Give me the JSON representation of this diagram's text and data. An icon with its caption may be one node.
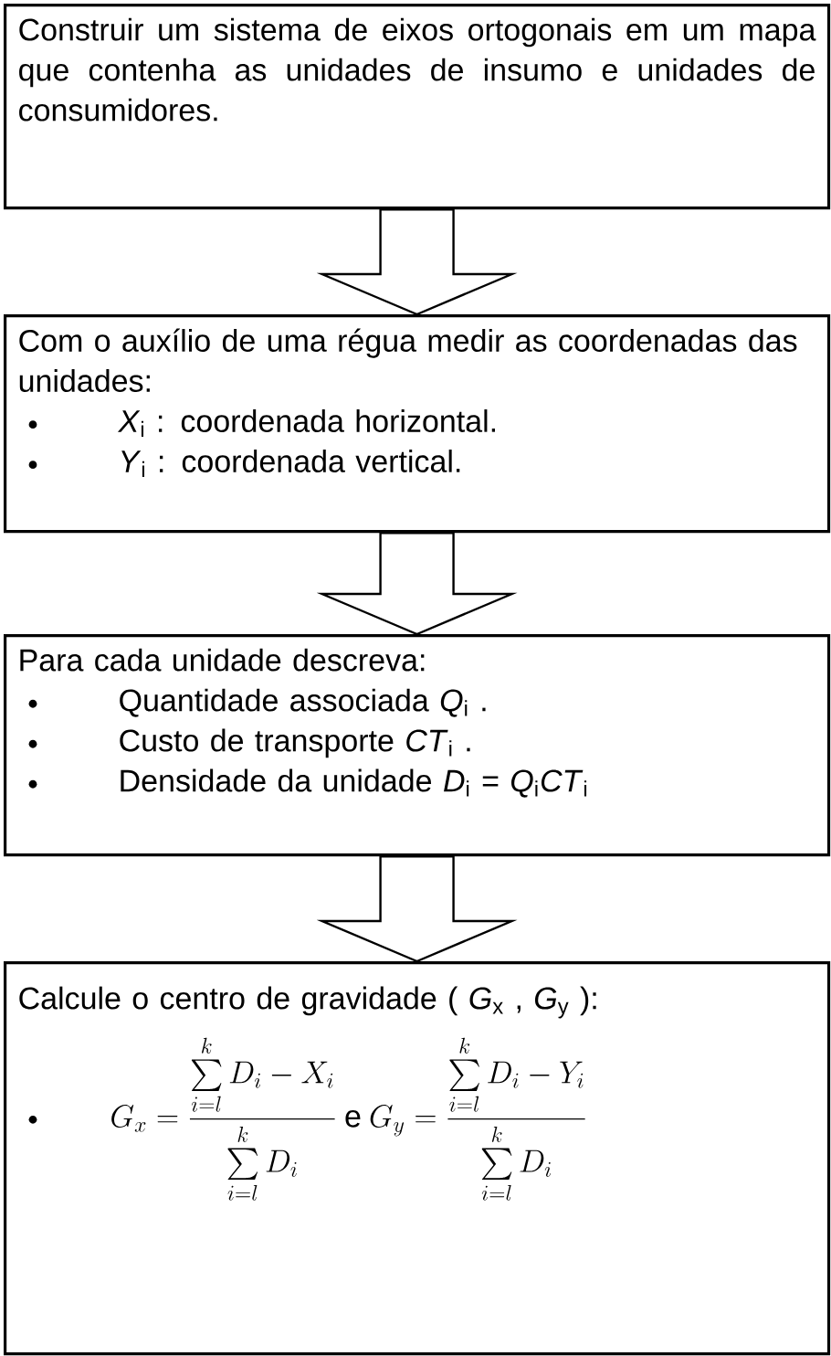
{
  "diagram": {
    "nodes": [
      {
        "text": [
          "Construir um sistema de eixos ortogonais em um mapa que contenha as unidades de insumo e unidades de consumidores."
        ]
      },
      {
        "text": [
          "Com o auxílio de uma régua medir as coordenadas das unidades:",
          "*X*$_{i}$ : coordenada horizontal.",
          "*Y*$_{i}$ : coordenada vertical."
        ]
      },
      {
        "text": [
          "Para cada unidade descreva:",
          "Quantidade associada *Q*$_{i}$ .",
          "Custo de transporte *CT*$_{i}$ .",
          "Densidade da unidade *D*$_{i}$ = *Q*$_{i}$*CT*$_{i}$"
        ]
      },
      {
        "text": [
          "Calcule o centro de gravidade ( *G*$_{x}$ , *G*$_{y}$ ):",
          "G_x = \\frac{\\sum\\limits_{i=l}^{k} D_i - X_i}{\\sum\\limits_{i=l}^{k} D_i}",
          "e",
          "G_y = \\frac{\\sum\\limits_{i=l}^{k} D_i - Y_i}{\\sum\\limits_{i=l}^{k} D_i}"
        ]
      }
    ],
    "edges": [
      {
        "from": 0,
        "to": 1,
        "arrow": "to"
      },
      {
        "from": 1,
        "to": 2,
        "arrow": "to"
      },
      {
        "from": 2,
        "to": 3,
        "arrow": "to"
      }
    ]
  }
}
